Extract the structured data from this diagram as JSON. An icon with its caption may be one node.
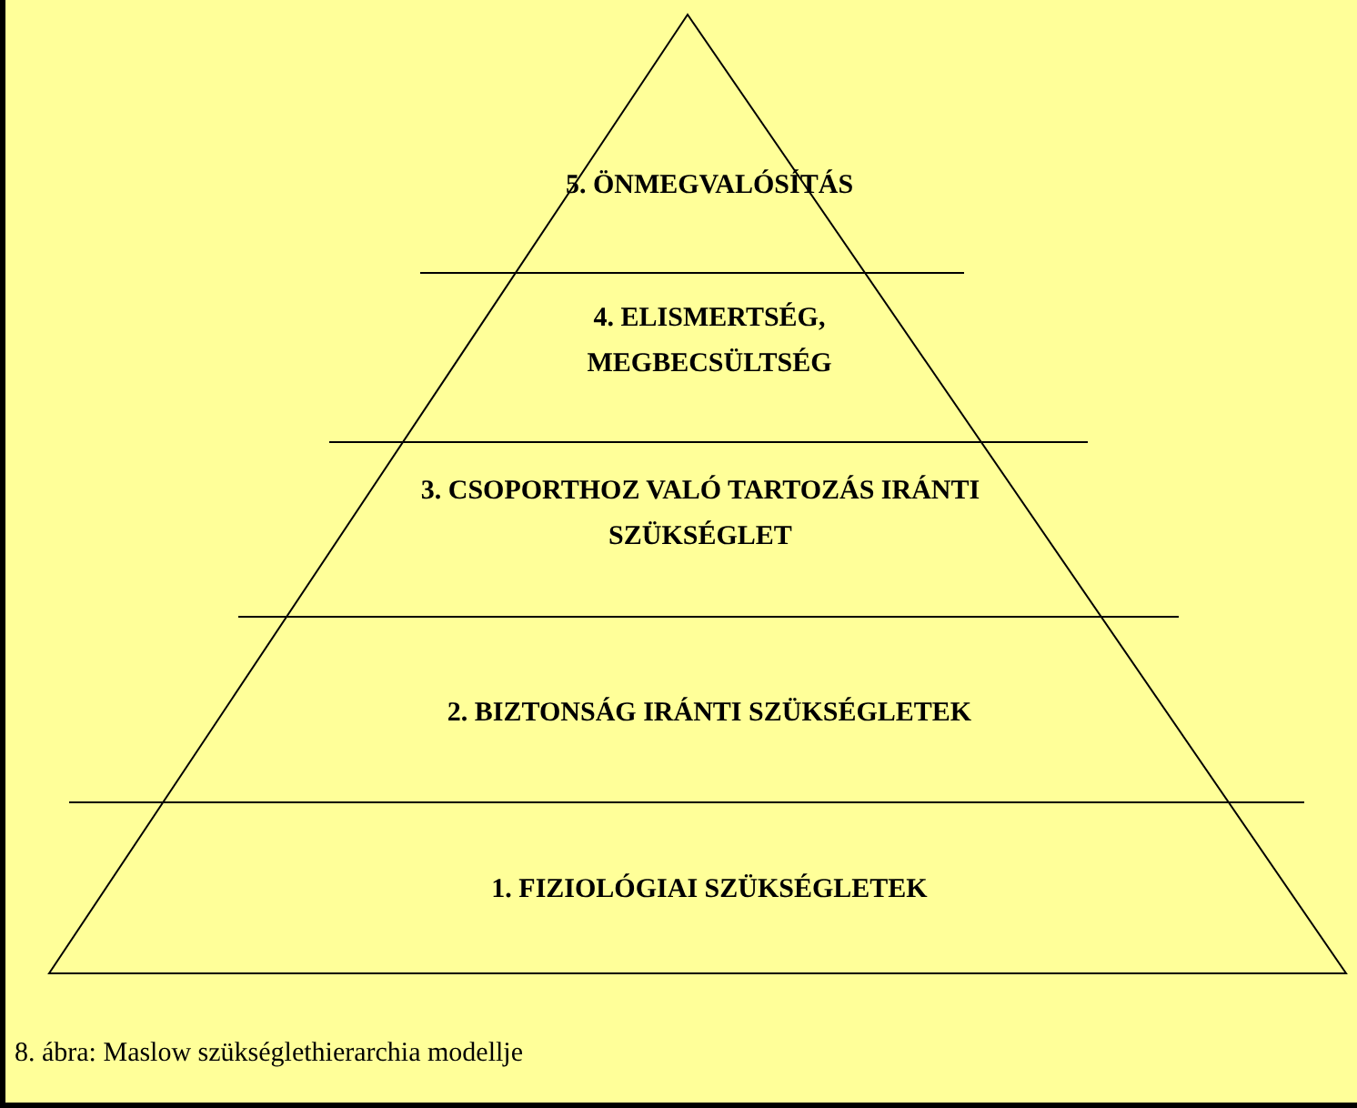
{
  "diagram": {
    "caption": "8. ábra: Maslow szükséglethierarchia modellje",
    "nodes": [
      {
        "text": [
          "5. ÖNMEGVALÓSÍTÁS"
        ]
      },
      {
        "text": [
          "4. ELISMERTSÉG, MEGBECSÜLTSÉG"
        ]
      },
      {
        "text": [
          "3. CSOPORTHOZ VALÓ TARTOZÁS IRÁNTI SZÜKSÉGLET"
        ]
      },
      {
        "text": [
          "2. BIZTONSÁG IRÁNTI SZÜKSÉGLETEK"
        ]
      },
      {
        "text": [
          "1. FIZIOLÓGIAI SZÜKSÉGLETEK"
        ]
      }
    ],
    "edges": []
  }
}
